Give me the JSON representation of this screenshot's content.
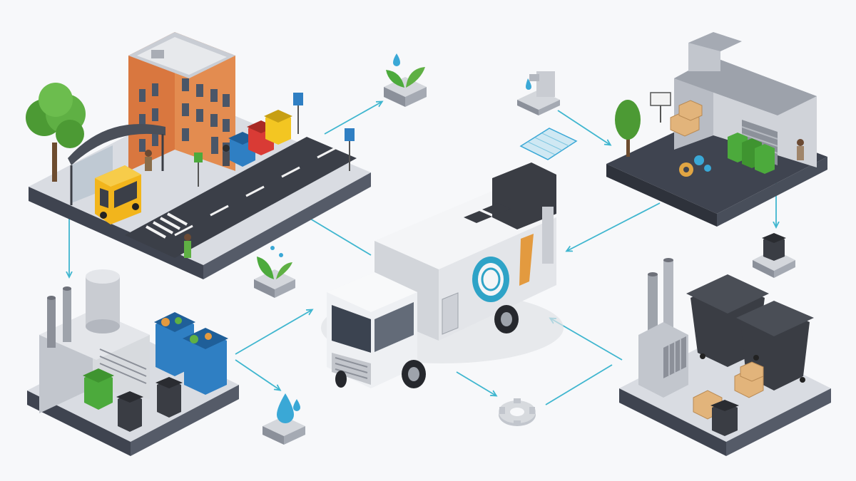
{
  "colors": {
    "background": "#f7f8fa",
    "arrow": "#3fb6cf",
    "platform_top": "#d9dce2",
    "platform_side": "#3f4450",
    "road": "#3b3f48",
    "building_brick": "#d9773f",
    "bus": "#f2b51c",
    "bin_blue": "#2f7fc3",
    "bin_green": "#4caa3c",
    "bin_red": "#d93b35",
    "bin_yellow": "#f3c622",
    "bin_dark": "#3a3d44",
    "truck_body": "#eceef1",
    "truck_accent": "#2ea3c7",
    "leaf": "#57b043",
    "water": "#3aa8d6",
    "tree": "#4c9a34"
  },
  "nodes": [
    {
      "id": "city-street",
      "icon": "city-street-icon"
    },
    {
      "id": "processing-facility",
      "icon": "facility-icon"
    },
    {
      "id": "recycling-plant",
      "icon": "recycling-plant-icon"
    },
    {
      "id": "dumpster-yard",
      "icon": "dumpster-yard-icon"
    },
    {
      "id": "collection-truck",
      "icon": "garbage-truck-icon"
    },
    {
      "id": "leaf-top",
      "icon": "leaf-sprout-icon"
    },
    {
      "id": "leaf-mid",
      "icon": "leaf-sprout-icon"
    },
    {
      "id": "water-drop",
      "icon": "water-drop-icon"
    },
    {
      "id": "faucet",
      "icon": "water-faucet-icon"
    },
    {
      "id": "gear",
      "icon": "gear-icon"
    },
    {
      "id": "single-bin",
      "icon": "trash-bin-icon"
    }
  ],
  "edges": [
    {
      "from": "city-street",
      "to": "leaf-top"
    },
    {
      "from": "faucet",
      "to": "processing-facility"
    },
    {
      "from": "collection-truck",
      "to": "city-street"
    },
    {
      "from": "processing-facility",
      "to": "collection-truck"
    },
    {
      "from": "processing-facility",
      "to": "single-bin"
    },
    {
      "from": "city-street",
      "to": "recycling-plant"
    },
    {
      "from": "recycling-plant",
      "to": "collection-truck"
    },
    {
      "from": "recycling-plant",
      "to": "water-drop"
    },
    {
      "from": "collection-truck",
      "to": "gear"
    },
    {
      "from": "dumpster-yard",
      "to": "collection-truck"
    }
  ]
}
